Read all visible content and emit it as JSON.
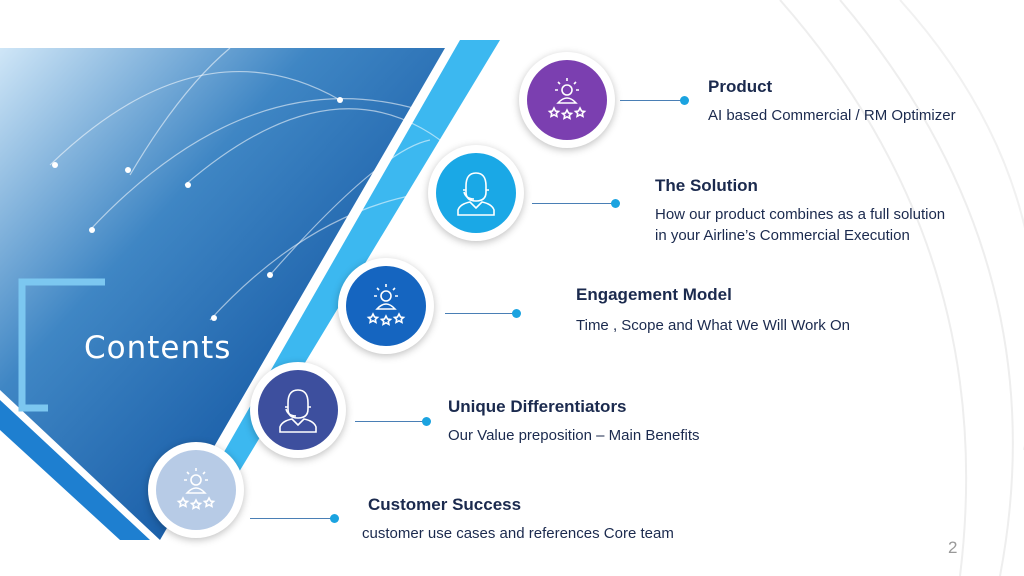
{
  "slide": {
    "heading": "Contents",
    "page_number": "2"
  },
  "items": [
    {
      "title": "Product",
      "description": [
        "AI based Commercial / RM Optimizer"
      ],
      "icon": "person-stars-icon",
      "color": "#7b3fb0"
    },
    {
      "title": "The Solution",
      "description": [
        "How our product combines as a full solution",
        "in your Airline’s Commercial Execution"
      ],
      "icon": "headset-person-icon",
      "color": "#1aa8e6"
    },
    {
      "title": "Engagement Model",
      "description": [
        "Time , Scope and What We Will Work On"
      ],
      "icon": "person-stars-icon",
      "color": "#1565c0"
    },
    {
      "title": "Unique Differentiators",
      "description": [
        "Our Value preposition – Main Benefits"
      ],
      "icon": "headset-person-icon",
      "color": "#3d4f9e"
    },
    {
      "title": "Customer Success",
      "description": [
        "customer use cases and references Core team"
      ],
      "icon": "person-stars-icon",
      "color": "#b7cbe6"
    }
  ]
}
